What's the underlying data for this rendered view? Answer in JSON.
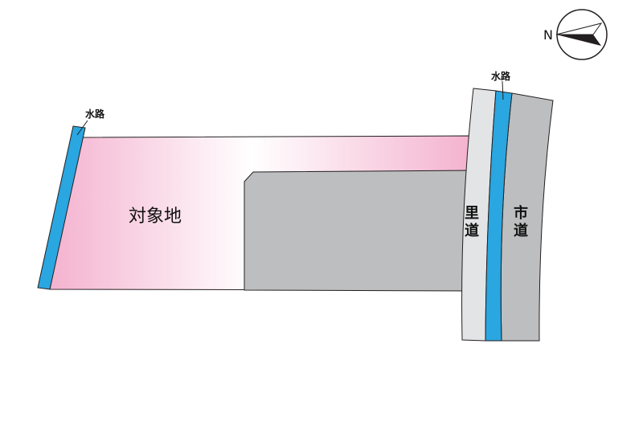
{
  "map": {
    "parcel_label": "対象地",
    "waterway_label_left": "水路",
    "waterway_label_right": "水路",
    "rural_road_label": "里道",
    "city_road_label": "市道",
    "north_label": "N"
  },
  "colors": {
    "parcel_pink": "#f4b2cf",
    "waterway_blue": "#2aa6e0",
    "road_gray": "#bdbebf",
    "rural_road_light_gray": "#e3e4e5",
    "outline": "#231f20"
  },
  "icons": {
    "compass": "north-arrow-icon"
  }
}
